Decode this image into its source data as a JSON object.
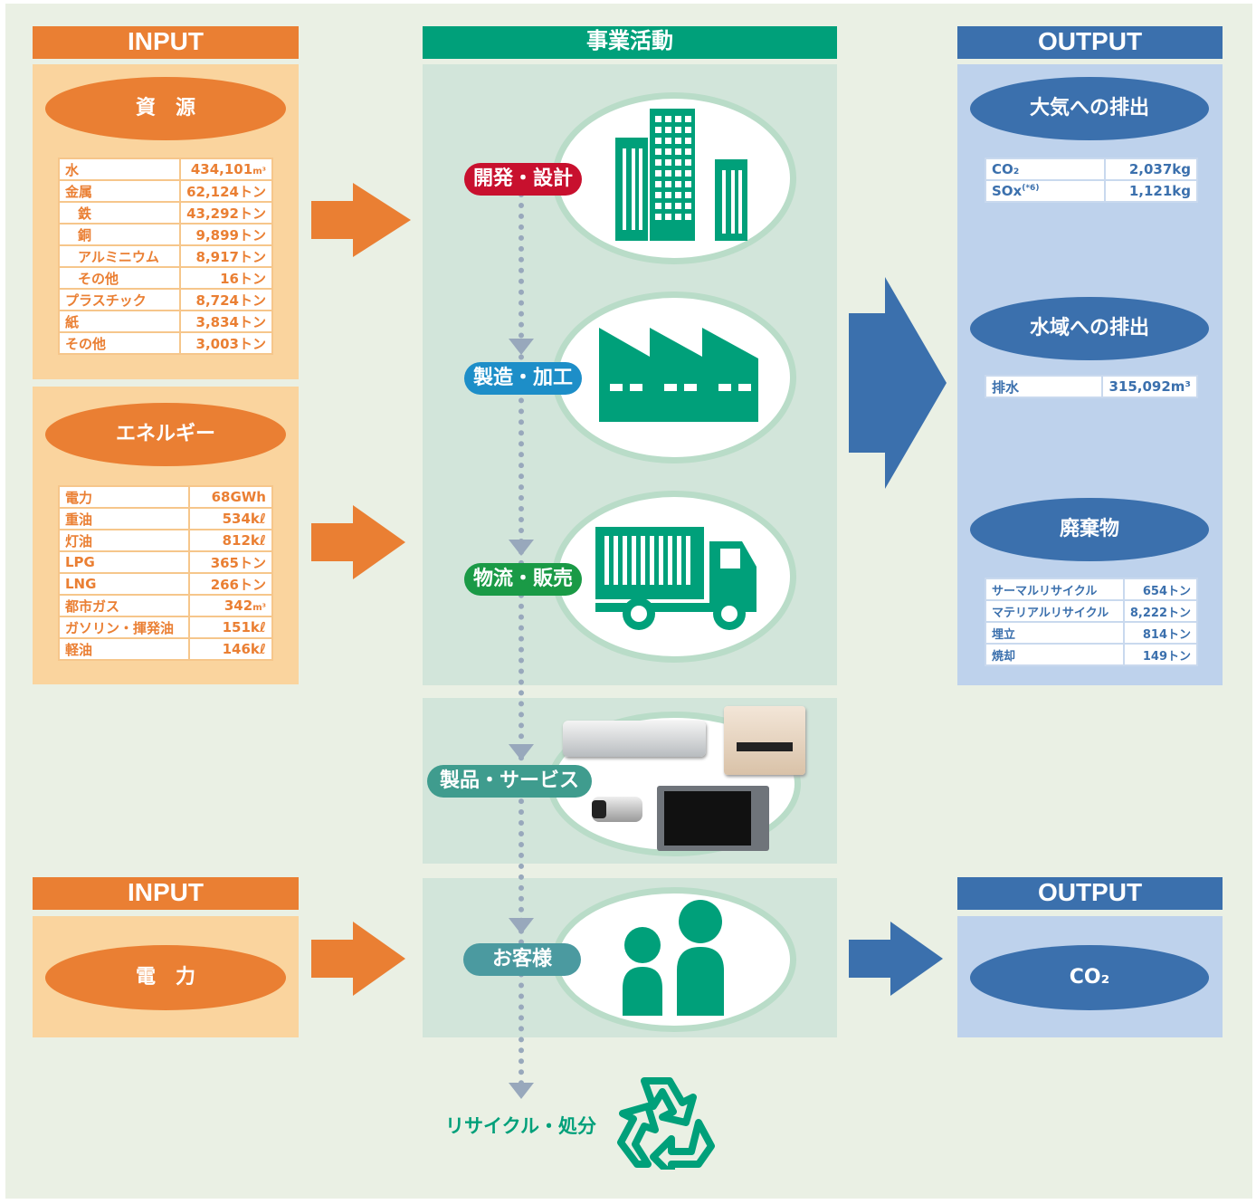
{
  "input_header": "INPUT",
  "business_header": "事業活動",
  "output_header": "OUTPUT",
  "resources": {
    "title": "資　源",
    "rows": [
      {
        "label": "水",
        "value": "434,101",
        "unit": "m³"
      },
      {
        "label": "金属",
        "value": "62,124トン",
        "unit": ""
      },
      {
        "label": "鉄",
        "value": "43,292トン",
        "unit": ""
      },
      {
        "label": "銅",
        "value": "9,899トン",
        "unit": ""
      },
      {
        "label": "アルミニウム",
        "value": "8,917トン",
        "unit": ""
      },
      {
        "label": "その他",
        "value": "16トン",
        "unit": ""
      },
      {
        "label": "プラスチック",
        "value": "8,724トン",
        "unit": ""
      },
      {
        "label": "紙",
        "value": "3,834トン",
        "unit": ""
      },
      {
        "label": "その他",
        "value": "3,003トン",
        "unit": ""
      }
    ]
  },
  "energy": {
    "title": "エネルギー",
    "rows": [
      {
        "label": "電力",
        "value": "68GWh",
        "unit": ""
      },
      {
        "label": "重油",
        "value": "534kℓ",
        "unit": ""
      },
      {
        "label": "灯油",
        "value": "812kℓ",
        "unit": ""
      },
      {
        "label": "LPG",
        "value": "365トン",
        "unit": ""
      },
      {
        "label": "LNG",
        "value": "266トン",
        "unit": ""
      },
      {
        "label": "都市ガス",
        "value": "342",
        "unit": "m³"
      },
      {
        "label": "ガソリン・揮発油",
        "value": "151kℓ",
        "unit": ""
      },
      {
        "label": "軽油",
        "value": "146kℓ",
        "unit": ""
      }
    ]
  },
  "steps": {
    "design": "開発・設計",
    "manufacture": "製造・加工",
    "logistics": "物流・販売",
    "products": "製品・サービス",
    "customers": "お客様",
    "recycle": "リサイクル・処分"
  },
  "air": {
    "title": "大気への排出",
    "rows": [
      {
        "label": "CO₂",
        "note": "",
        "value": "2,037kg"
      },
      {
        "label": "SOx",
        "note": "(*6)",
        "value": "1,121kg"
      }
    ]
  },
  "water": {
    "title": "水域への排出",
    "rows": [
      {
        "label": "排水",
        "note": "",
        "value": "315,092m³"
      }
    ]
  },
  "waste": {
    "title": "廃棄物",
    "rows": [
      {
        "label": "サーマルリサイクル",
        "value": "654トン"
      },
      {
        "label": "マテリアルリサイクル",
        "value": "8,222トン"
      },
      {
        "label": "埋立",
        "value": "814トン"
      },
      {
        "label": "焼却",
        "value": "149トン"
      }
    ]
  },
  "bottom_input": {
    "header": "INPUT",
    "title": "電　力"
  },
  "bottom_output": {
    "header": "OUTPUT",
    "title": "CO₂"
  },
  "colors": {
    "input": "#ea7f33",
    "business": "#00a07a",
    "output": "#3b70ad",
    "design_step": "#c8102e",
    "manufacture_step": "#1d8ec8",
    "logistics_step": "#1a9a46",
    "products_step": "#3f9c8e",
    "customers_step": "#4b9aa0"
  }
}
